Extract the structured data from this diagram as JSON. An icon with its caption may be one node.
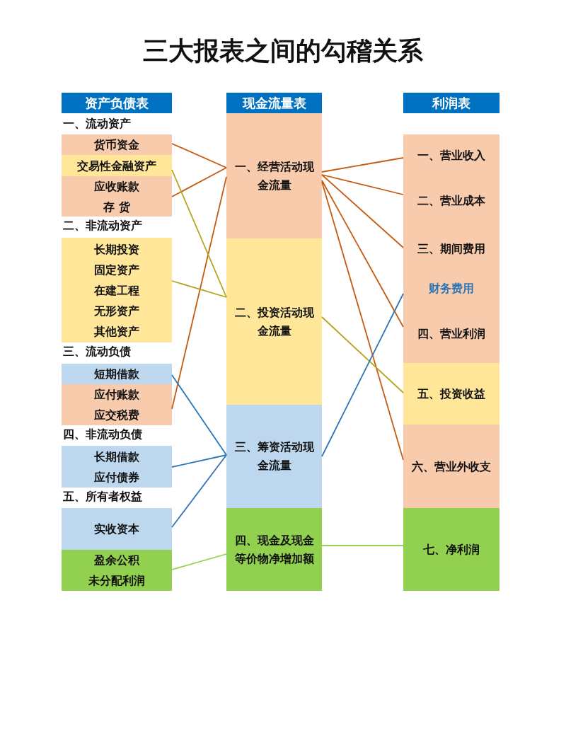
{
  "diagram": {
    "title": "三大报表之间的勾稽关系",
    "nodes": [
      {
        "text": [
          "资产负债表"
        ]
      },
      {
        "text": [
          "货币资金"
        ]
      },
      {
        "text": [
          "交易性金融资产"
        ]
      },
      {
        "text": [
          "应收账款",
          "存 货"
        ]
      },
      {
        "text": [
          "长期投资",
          "固定资产",
          "在建工程",
          "无形资产",
          "其他资产"
        ]
      },
      {
        "text": [
          "短期借款"
        ]
      },
      {
        "text": [
          "应付账款",
          "应交税费"
        ]
      },
      {
        "text": [
          "长期借款",
          "应付债券"
        ]
      },
      {
        "text": [
          "实收资本"
        ]
      },
      {
        "text": [
          "盈余公积",
          "未分配利润"
        ]
      },
      {
        "text": [
          "现金流量表"
        ]
      },
      {
        "text": [
          "一、经营活动现金流量"
        ]
      },
      {
        "text": [
          "二、投资活动现金流量"
        ]
      },
      {
        "text": [
          "三、筹资活动现金流量"
        ]
      },
      {
        "text": [
          "四、现金及现金等价物净增加额"
        ]
      },
      {
        "text": [
          "利润表"
        ]
      },
      {
        "text": [
          "一、营业收入"
        ]
      },
      {
        "text": [
          "二、营业成本"
        ]
      },
      {
        "text": [
          "三、期间费用"
        ]
      },
      {
        "text": [
          "财务费用"
        ]
      },
      {
        "text": [
          "四、营业利润"
        ]
      },
      {
        "text": [
          "五、投资收益"
        ]
      },
      {
        "text": [
          "六、营业外收支"
        ]
      },
      {
        "text": [
          "七、净利润"
        ]
      }
    ],
    "edges": [
      {
        "from": 1,
        "to": 11,
        "arrow": "none",
        "color": "#c55a11"
      },
      {
        "from": 3,
        "to": 11,
        "arrow": "none",
        "color": "#c55a11"
      },
      {
        "from": 6,
        "to": 11,
        "arrow": "none",
        "color": "#c55a11"
      },
      {
        "from": 2,
        "to": 12,
        "arrow": "none",
        "color": "#b4a41c"
      },
      {
        "from": 4,
        "to": 12,
        "arrow": "none",
        "color": "#b4a41c"
      },
      {
        "from": 5,
        "to": 13,
        "arrow": "none",
        "color": "#2e75b6"
      },
      {
        "from": 7,
        "to": 13,
        "arrow": "none",
        "color": "#2e75b6"
      },
      {
        "from": 8,
        "to": 13,
        "arrow": "none",
        "color": "#2e75b6"
      },
      {
        "from": 9,
        "to": 14,
        "arrow": "none",
        "color": "#92d050"
      },
      {
        "from": 11,
        "to": 16,
        "arrow": "none",
        "color": "#c55a11"
      },
      {
        "from": 11,
        "to": 17,
        "arrow": "none",
        "color": "#c55a11"
      },
      {
        "from": 11,
        "to": 18,
        "arrow": "none",
        "color": "#c55a11"
      },
      {
        "from": 11,
        "to": 20,
        "arrow": "none",
        "color": "#c55a11"
      },
      {
        "from": 11,
        "to": 22,
        "arrow": "none",
        "color": "#c55a11"
      },
      {
        "from": 12,
        "to": 21,
        "arrow": "none",
        "color": "#b4a41c"
      },
      {
        "from": 13,
        "to": 19,
        "arrow": "none",
        "color": "#2e75b6"
      },
      {
        "from": 14,
        "to": 23,
        "arrow": "none",
        "color": "#92d050"
      }
    ],
    "labels": [
      "一、流动资产",
      "二、非流动资产",
      "三、流动负债",
      "四、非流动负债",
      "五、所有者权益"
    ]
  }
}
